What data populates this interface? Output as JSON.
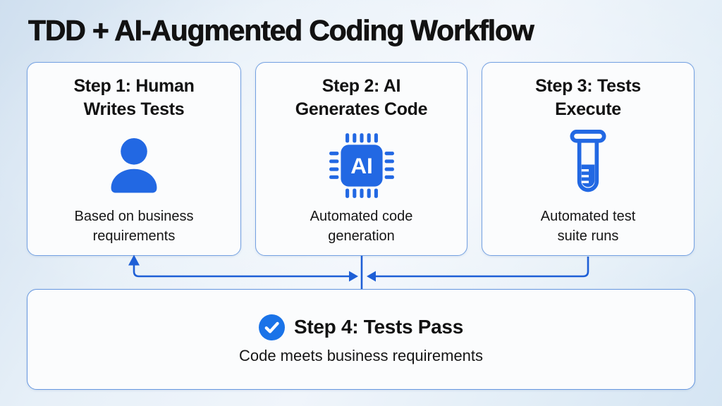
{
  "title": "TDD + AI-Augmented Coding Workflow",
  "steps": [
    {
      "title": "Step 1: Human Writes Tests",
      "title_lines": [
        "Step 1: Human",
        "Writes Tests"
      ],
      "description": "Based on business requirements",
      "desc_lines": [
        "Based on business",
        "requirements"
      ],
      "icon": "person-icon"
    },
    {
      "title": "Step 2: AI Generates Code",
      "title_lines": [
        "Step 2: AI",
        "Generates Code"
      ],
      "description": "Automated code generation",
      "desc_lines": [
        "Automated code",
        "generation"
      ],
      "icon": "ai-chip-icon",
      "chip_label": "AI"
    },
    {
      "title": "Step 3: Tests Execute",
      "title_lines": [
        "Step 3: Tests",
        "Execute"
      ],
      "description": "Automated test suite runs",
      "desc_lines": [
        "Automated test",
        "suite runs"
      ],
      "icon": "test-tube-icon"
    }
  ],
  "final_step": {
    "title": "Step 4: Tests Pass",
    "description": "Code meets business requirements",
    "icon": "checkmark-icon"
  },
  "colors": {
    "accent_blue": "#2268e3",
    "arrow_blue": "#1e5fd6",
    "card_border": "#74a1e2",
    "card_background": "#fbfcfd",
    "check_circle": "#1a73e8",
    "background_tint": "#dce9f5",
    "text": "#121212"
  }
}
